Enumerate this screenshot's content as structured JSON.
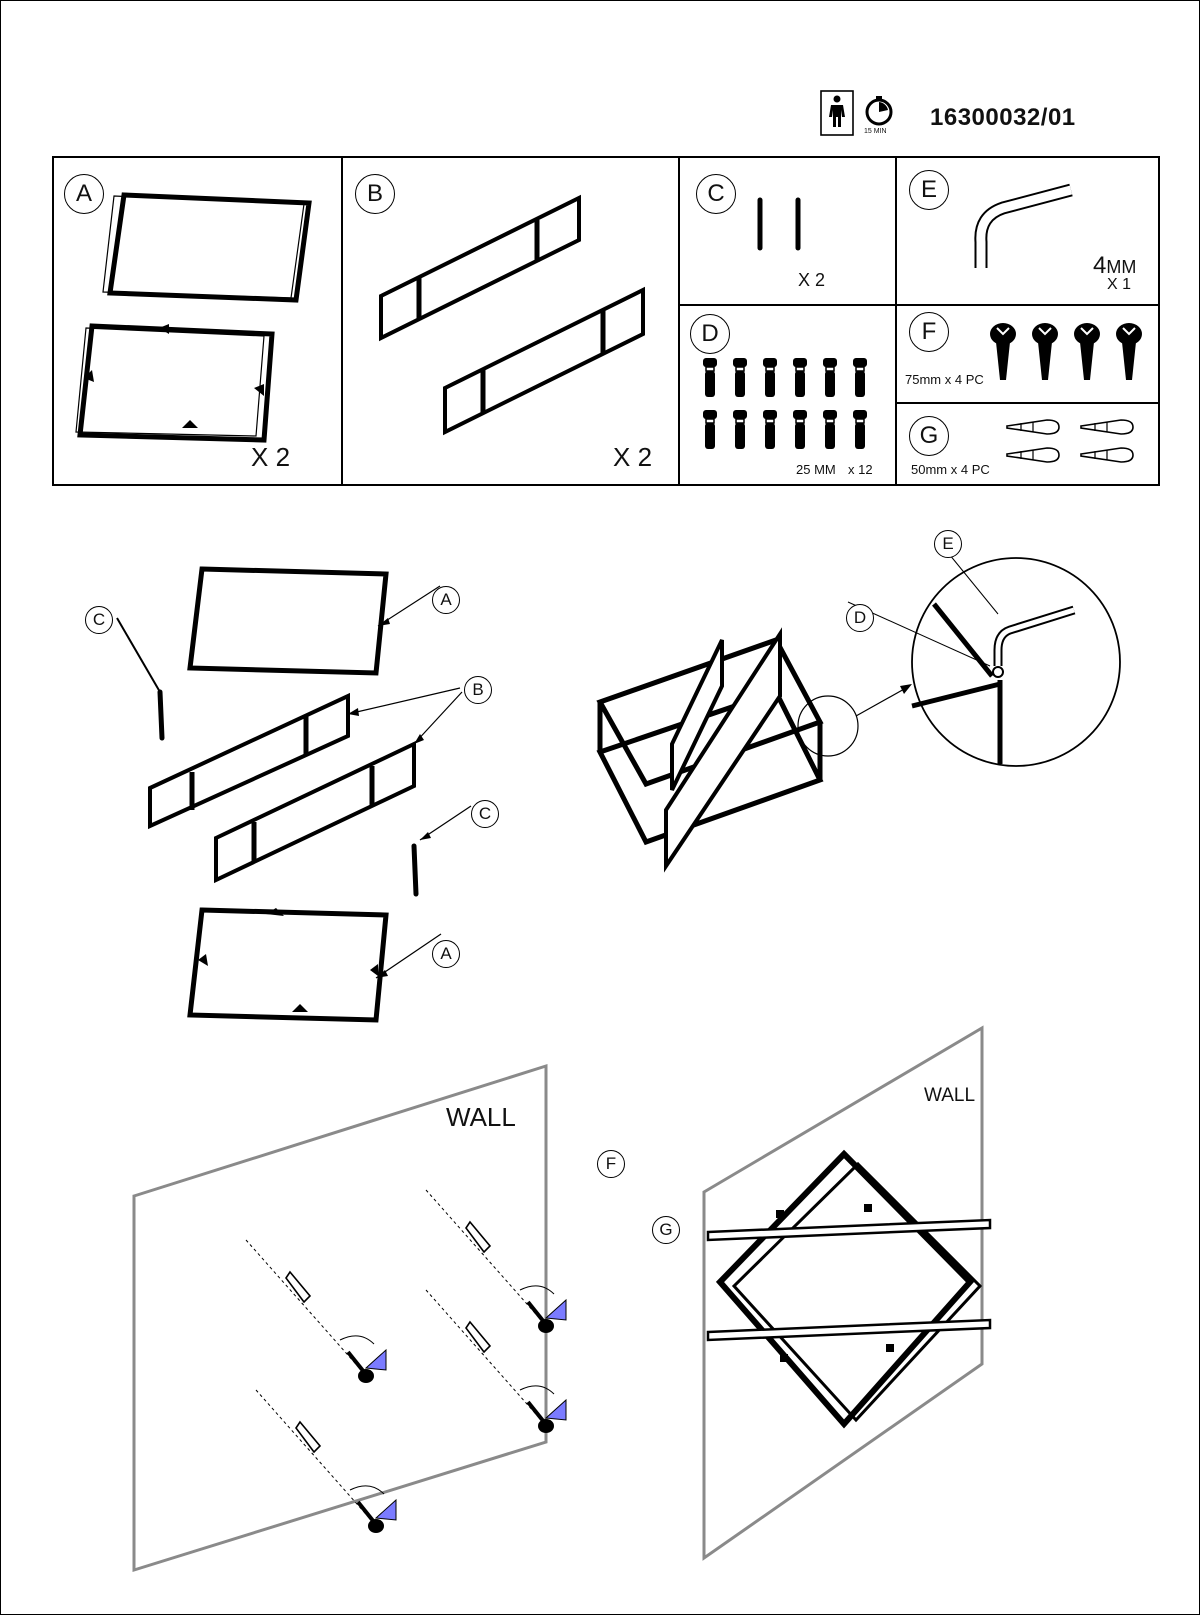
{
  "header": {
    "model_code": "16300032/01",
    "time_label": "15 MIN",
    "icons": [
      "person-icon",
      "stopwatch-icon"
    ]
  },
  "parts": {
    "A": {
      "letter": "A",
      "qty": "X 2"
    },
    "B": {
      "letter": "B",
      "qty": "X 2"
    },
    "C": {
      "letter": "C",
      "qty": "X 2"
    },
    "D": {
      "letter": "D",
      "size": "25 MM",
      "qty": "x 12"
    },
    "E": {
      "letter": "E",
      "size_num": "4",
      "size_unit": "MM",
      "qty": "X 1"
    },
    "F": {
      "letter": "F",
      "size": "75mm",
      "qty": "x 4 PC"
    },
    "G": {
      "letter": "G",
      "size": "50mm",
      "qty": "x 4 PC"
    }
  },
  "step1": {
    "labels": {
      "A_top": "A",
      "A_bottom": "A",
      "B": "B",
      "C_left": "C",
      "C_right": "C"
    }
  },
  "step2": {
    "labels": {
      "D": "D",
      "E": "E"
    }
  },
  "step3": {
    "wall_label": "WALL",
    "labels": {
      "F": "F",
      "G": "G"
    }
  },
  "step4": {
    "wall_label": "WALL"
  }
}
